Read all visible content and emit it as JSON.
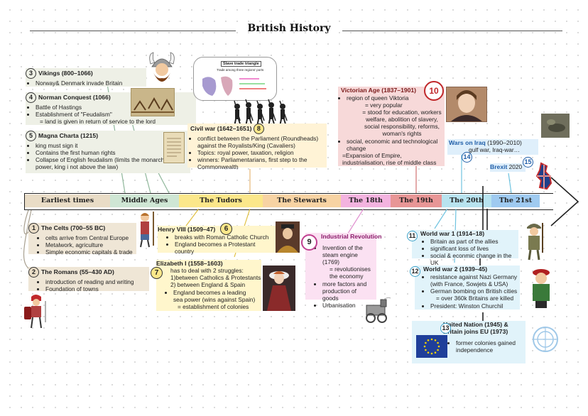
{
  "title": "British History",
  "timeline": [
    {
      "label": "Earliest times",
      "color": "#e9dcc6"
    },
    {
      "label": "Middle Ages",
      "color": "#cfe6d4"
    },
    {
      "label": "The Tudors",
      "color": "#fbe78a"
    },
    {
      "label": "The Stewarts",
      "color": "#f7d3a3"
    },
    {
      "label": "The 18th",
      "color": "#f3b3df"
    },
    {
      "label": "The 19th",
      "color": "#e89696"
    },
    {
      "label": "The 20th",
      "color": "#b8e3ef"
    },
    {
      "label": "The 21st",
      "color": "#9fcaf0"
    }
  ],
  "events": {
    "celts": {
      "num": "1",
      "heading": "The Celts (700–55 BC)",
      "items": [
        "celts arrive from Central Europe",
        "Metalwork, agriculture",
        "Simple economic capitals & trade"
      ]
    },
    "romans": {
      "num": "2",
      "heading": "The Romans (55–430 AD)",
      "items": [
        "introduction of reading and writing",
        "Foundation of towns"
      ]
    },
    "vikings": {
      "num": "3",
      "heading": "Vikings (800–1066)",
      "items": [
        "Norway& Denmark invade Britain"
      ]
    },
    "norman": {
      "num": "4",
      "heading": "Norman Conquest (1066)",
      "items": [
        "Battle of Hastings",
        "Establishment of \"Feudalism\""
      ],
      "note": "= land is given in return of service to the lord"
    },
    "magna": {
      "num": "5",
      "heading": "Magna Charta (1215)",
      "items": [
        "king must sign it",
        "Contains the first human rights",
        "Collapse of English feudalism (limits the monarchs power, king i not above the law)"
      ]
    },
    "henry": {
      "num": "6",
      "heading": "Henry VIII (1509–47)",
      "items": [
        "breaks with Roman Catholic Church",
        "England becomes a Protestant country"
      ]
    },
    "elizabeth": {
      "num": "7",
      "heading": "Elizabeth I (1558–1603)",
      "lines": [
        "has to deal with 2 struggles:",
        "1)between Catholics & Protestants",
        "2) between England & Spain"
      ],
      "items": [
        "England becomes a leading sea power (wins against Spain)"
      ],
      "note": "= establishment of colonies"
    },
    "civil": {
      "num": "8",
      "heading": "Civil war (1642–1651)",
      "items": [
        "conflict between the Parliament (Roundheads) against the Royalists/King (Cavaliers)",
        "Topics: royal power, taxation, religion",
        "winners: Parliamentarians, first step to the Commonwealth"
      ]
    },
    "industrial": {
      "num": "9",
      "heading": "Industrial Revolution",
      "items": [
        "Invention of the steam engine (1769)"
      ],
      "note": "= revolutionises the economy",
      "items2": [
        "more factors and production of goods",
        "Urbanisation"
      ]
    },
    "victorian": {
      "num": "10",
      "heading": "Victorian Age (1837–1901)",
      "items": [
        "region of queen Viktoria"
      ],
      "subs": [
        "= very popular",
        "= stood for education, workers welfare, abolition of slavery, social responsibility, reforms, woman's rights"
      ],
      "items2": [
        "social, economic and technological change"
      ],
      "note": "=Expansion of Empire, industrialisation, rise of middle class"
    },
    "ww1": {
      "num": "11",
      "heading": "World war 1 (1914–18)",
      "items": [
        "Britain as part of the allies",
        "significant loss of lives",
        "social & econmic change in the UK"
      ]
    },
    "ww2": {
      "num": "12",
      "heading": "World war 2 (1939–45)",
      "items": [
        "resistance against  Nazi Germany (with France, Sowjets & USA)",
        "German bombing on British cities"
      ],
      "note": "= over 360k Britains are  killed",
      "items2": [
        "President: Winston Churchil"
      ]
    },
    "un": {
      "num": "13",
      "heading": "United Nation (1945) & Britain joins EU (1973)",
      "items": [
        "former colonies gained independence"
      ]
    },
    "iraq": {
      "num": "14",
      "heading": "Wars on Iraq",
      "year": "(1990–2010)",
      "text": "gulf war, Iraq-war…"
    },
    "brexit": {
      "num": "15",
      "heading": "Brexit",
      "year": "2020"
    }
  },
  "slave_trade": {
    "title": "Slave trade triangle",
    "subtitle": "Trade among three regions' ports"
  },
  "colors": {
    "vikings": "#eef0e6",
    "civil": "#fff3d6",
    "henry": "#fff6cc",
    "elizabeth": "#fff6cc",
    "victorian": "#f7d9d9",
    "industrial": "#fbe1f2",
    "ww": "#e1f3fa",
    "un": "#e1f3fa",
    "wars": "#dfeffb"
  }
}
